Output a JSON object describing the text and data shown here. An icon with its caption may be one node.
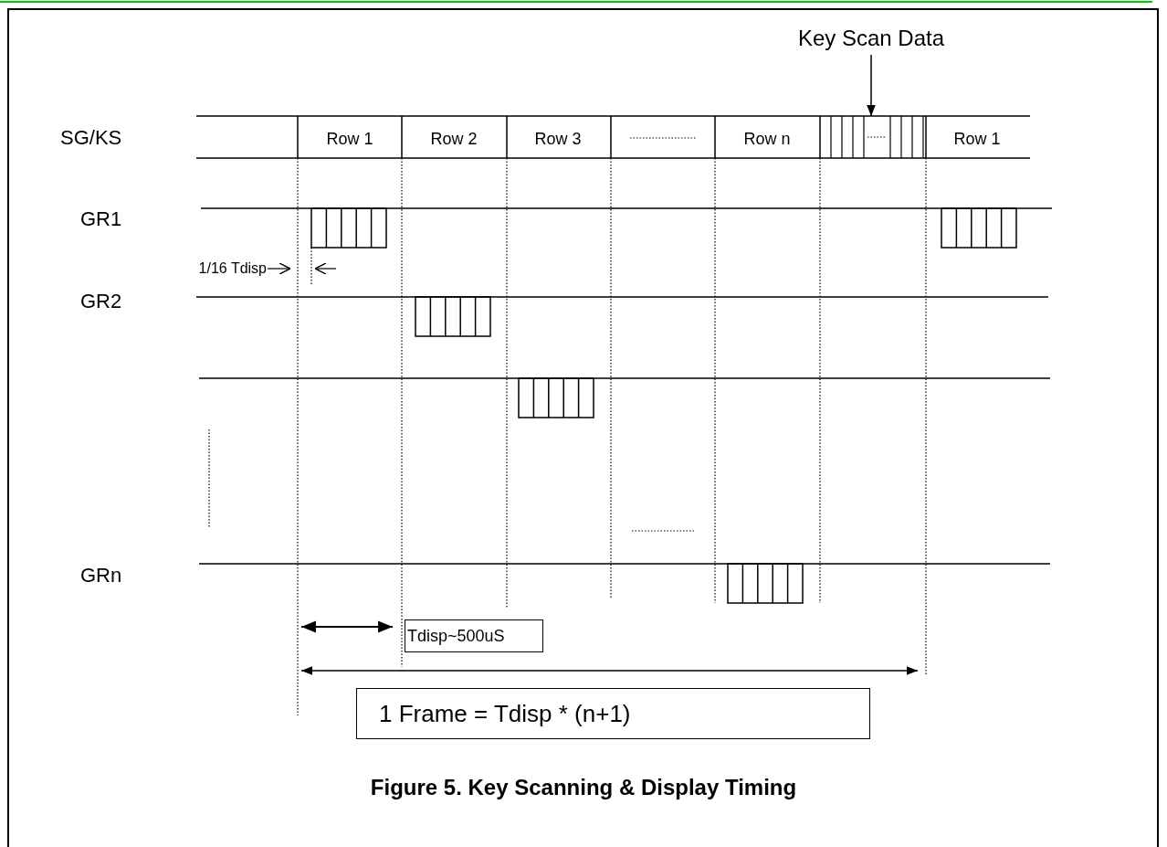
{
  "diagram": {
    "caption": "Figure 5. Key Scanning & Display Timing",
    "nodes": [
      {
        "text": [
          "Key Scan Data"
        ]
      },
      {
        "text": [],
        "shape": "box"
      },
      {
        "text": [
          "Tdisp~500uS"
        ]
      },
      {
        "text": [
          "1 Frame = Tdisp * (n+1)"
        ]
      }
    ],
    "edges": [
      {
        "from": 0,
        "to": 1,
        "arrow": "to"
      }
    ],
    "labels": [
      "SG/KS",
      "Row 1",
      "Row 2",
      "Row 3",
      "Row n",
      "Row 1",
      "GR1",
      "1/16 Tdisp",
      "GR2",
      "GRn"
    ]
  }
}
